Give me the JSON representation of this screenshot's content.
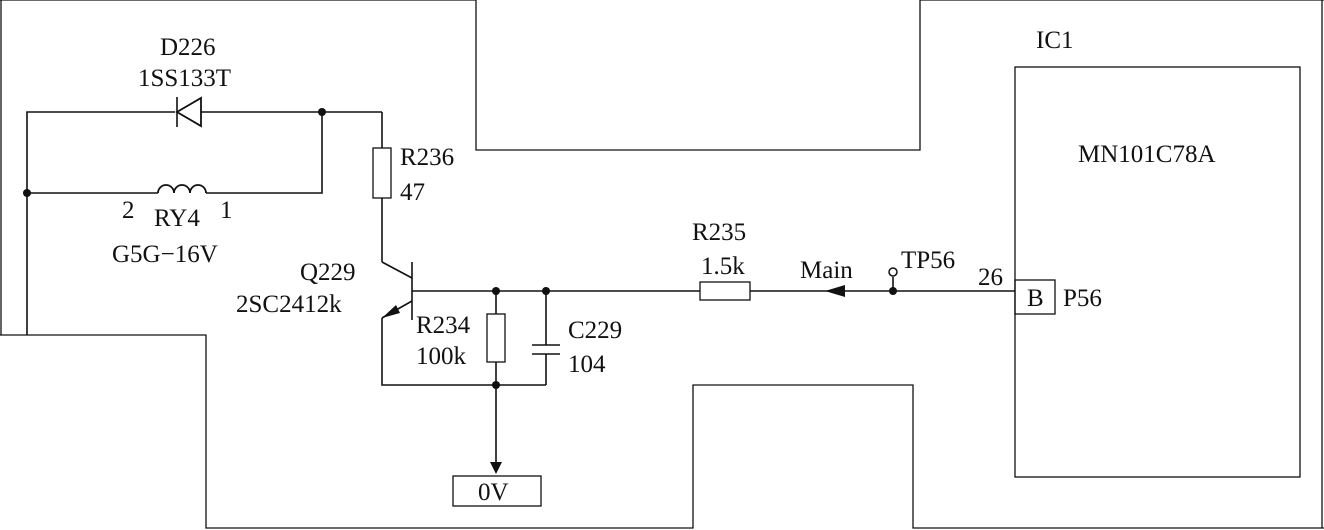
{
  "colors": {
    "ink": "#111111",
    "background": "#ffffff"
  },
  "ic1": {
    "ref": "IC1",
    "part": "MN101C78A",
    "pin_number": "26",
    "pin_type": "B",
    "pin_name": "P56"
  },
  "d226": {
    "ref": "D226",
    "part": "1SS133T"
  },
  "ry4": {
    "ref": "RY4",
    "part": "G5G−16V",
    "pin_2": "2",
    "pin_1": "1"
  },
  "r236": {
    "ref": "R236",
    "value": "47"
  },
  "q229": {
    "ref": "Q229",
    "part": "2SC2412k"
  },
  "r234": {
    "ref": "R234",
    "value": "100k"
  },
  "c229": {
    "ref": "C229",
    "value": "104"
  },
  "r235": {
    "ref": "R235",
    "value": "1.5k"
  },
  "signal": {
    "name": "Main"
  },
  "tp56": {
    "ref": "TP56"
  },
  "ground": {
    "label": "0V"
  }
}
